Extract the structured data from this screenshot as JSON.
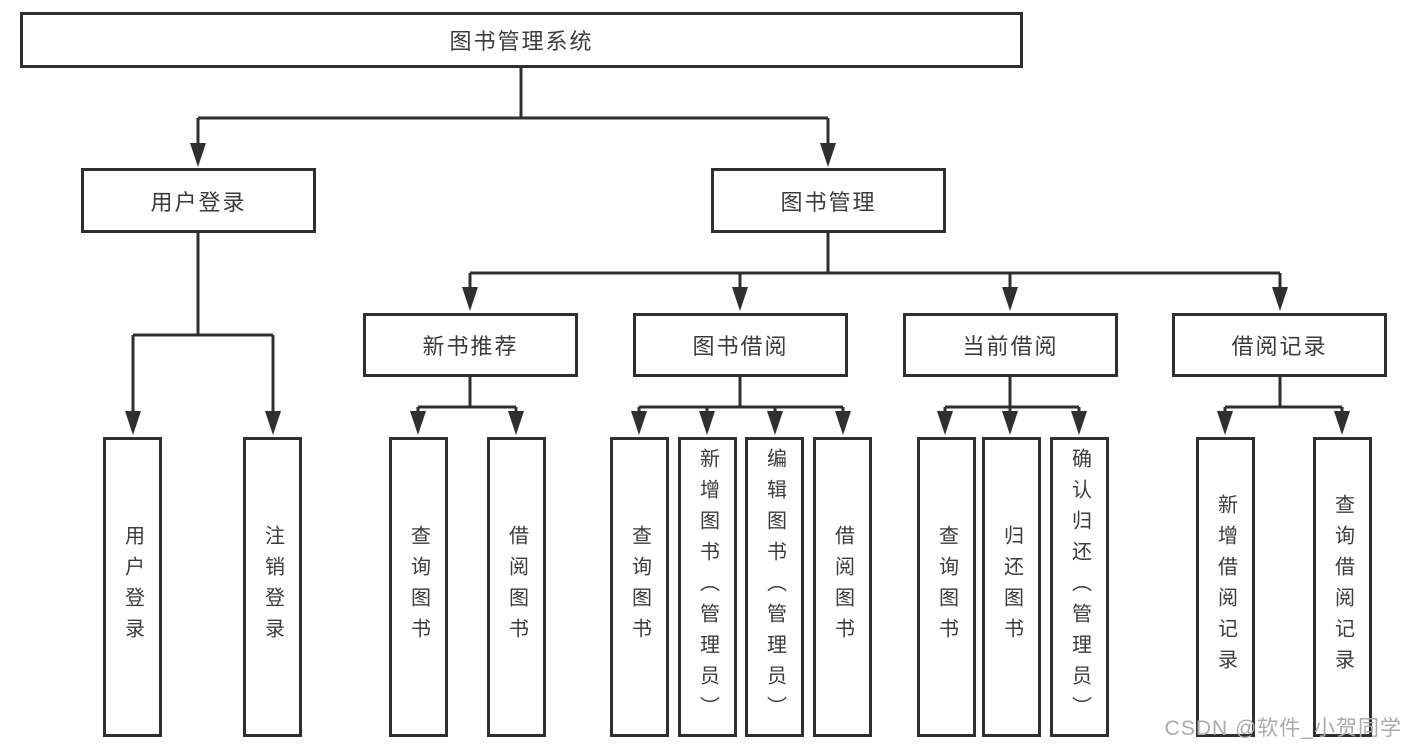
{
  "diagram_type": "functional-structure-tree",
  "colors": {
    "line": "#2f2f2f",
    "box_border": "#2f2f2f",
    "box_background": "#ffffff",
    "text": "#3b3b3d",
    "watermark_text_color": "#ababab",
    "page_background": "#ffffff"
  },
  "tree": {
    "label": "图书管理系统",
    "children": [
      {
        "label": "用户登录",
        "children": [
          {
            "label": "用户登录"
          },
          {
            "label": "注销登录"
          }
        ]
      },
      {
        "label": "图书管理",
        "children": [
          {
            "label": "新书推荐",
            "children": [
              {
                "label": "查询图书"
              },
              {
                "label": "借阅图书"
              }
            ]
          },
          {
            "label": "图书借阅",
            "children": [
              {
                "label": "查询图书"
              },
              {
                "label": "新增图书（管理员）"
              },
              {
                "label": "编辑图书（管理员）"
              },
              {
                "label": "借阅图书"
              }
            ]
          },
          {
            "label": "当前借阅",
            "children": [
              {
                "label": "查询图书"
              },
              {
                "label": "归还图书"
              },
              {
                "label": "确认归还（管理员）"
              }
            ]
          },
          {
            "label": "借阅记录",
            "children": [
              {
                "label": "新增借阅记录"
              },
              {
                "label": "查询借阅记录"
              }
            ]
          }
        ]
      }
    ]
  },
  "watermark": {
    "text": "CSDN @软件_小贺同学"
  }
}
